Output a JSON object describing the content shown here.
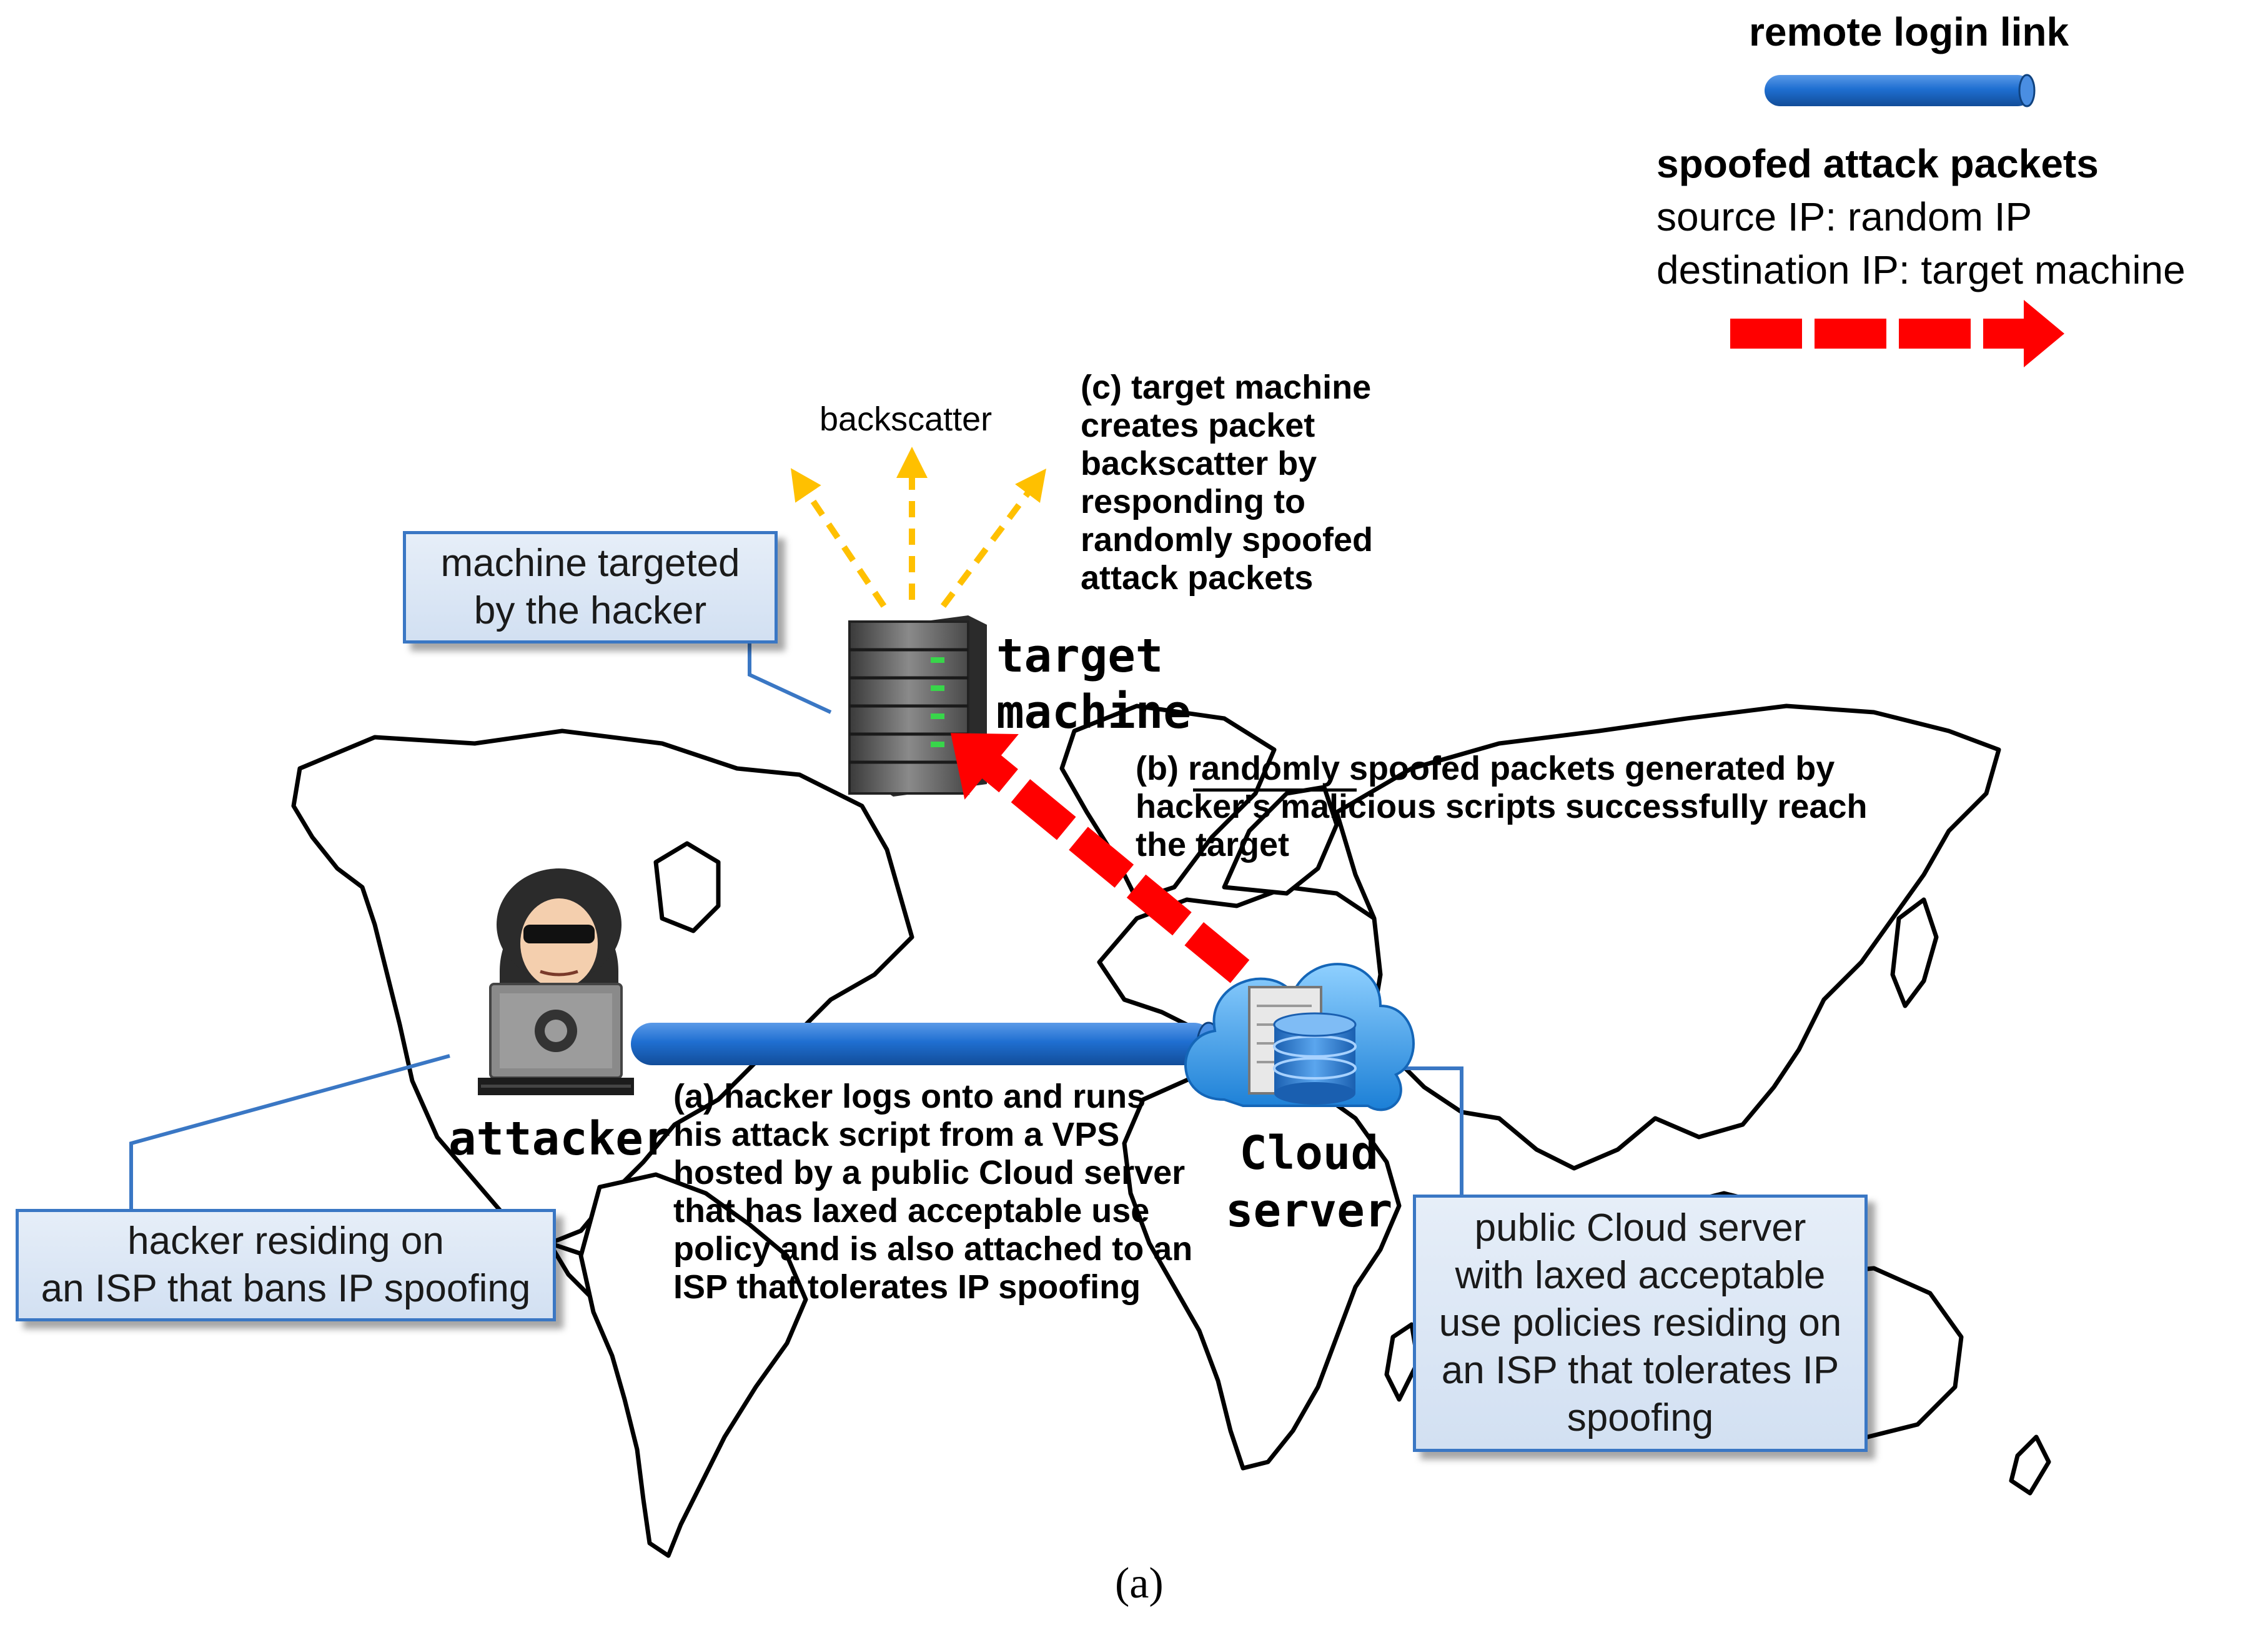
{
  "colors": {
    "remote_link": "#1f6fd1",
    "spoofed_packets": "#ff0000",
    "backscatter": "#ffc000",
    "callout_border": "#3a77c4",
    "callout_fill": "#dce7f5",
    "map_outline": "#000000"
  },
  "legend": {
    "remote_login_link": "remote login link",
    "spoofed_title": "spoofed attack packets",
    "source_ip": "source IP:  random IP",
    "destination_ip": "destination IP:   target machine"
  },
  "labels": {
    "backscatter": "backscatter",
    "step_c": "(c) target machine\ncreates packet\nbackscatter by\nresponding to\nrandomly spoofed\nattack packets",
    "target_machine": "target\nmachine",
    "step_b_keyword": "randomly",
    "step_b": "(b) randomly spoofed packets generated by\nhacker's malicious scripts successfully reach\nthe target",
    "attacker": "attacker",
    "cloud_server": "Cloud\nserver",
    "step_a": "(a) hacker logs onto and runs\nhis attack script from a VPS\nhosted by a public Cloud server\nthat has laxed acceptable use\npolicy and is also attached to an\nISP that tolerates IP spoofing",
    "caption": "(a)"
  },
  "callouts": {
    "target": "machine targeted\nby the hacker",
    "hacker": "hacker residing on\nan ISP that bans IP spoofing",
    "cloud": "public Cloud server\nwith laxed acceptable\nuse policies residing on\nan ISP that tolerates IP\nspoofing"
  },
  "icons": [
    "world-map-outline",
    "server-tower-icon",
    "hacker-avatar-icon",
    "laptop-icon",
    "cloud-server-icon",
    "database-icon"
  ]
}
